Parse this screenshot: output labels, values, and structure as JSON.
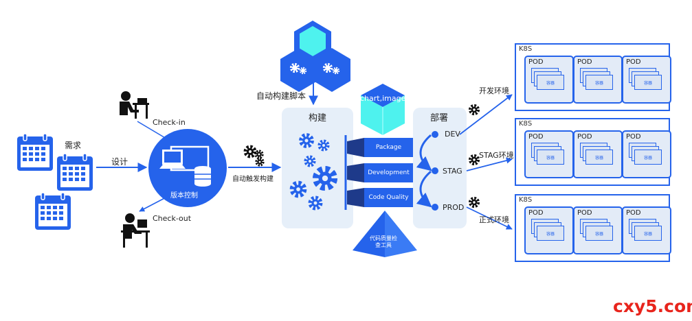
{
  "labels": {
    "demand": "需求",
    "design": "设计",
    "check_in": "Check-in",
    "check_out": "Check-out",
    "version_control": "版本控制",
    "auto_trigger_build": "自动触发构建",
    "auto_build_script": "自动构建脚本",
    "build": "构建",
    "deploy": "部署",
    "chart_image": "chart,image",
    "package": "Package",
    "development": "Development",
    "code_quality": "Code Quality",
    "code_quality_tool": "代码质量检查工具",
    "dev": "DEV",
    "stag": "STAG",
    "prod": "PROD",
    "dev_env": "开发环境",
    "stag_env": "STAG环境",
    "prod_env": "正式环境",
    "watermark": "cxy5.com"
  },
  "clusters": [
    {
      "title": "K8S",
      "pods": [
        {
          "title": "POD",
          "container": "容器"
        },
        {
          "title": "POD",
          "container": "容器"
        },
        {
          "title": "POD",
          "container": "容器"
        }
      ]
    },
    {
      "title": "K8S",
      "pods": [
        {
          "title": "POD",
          "container": "容器"
        },
        {
          "title": "POD",
          "container": "容器"
        },
        {
          "title": "POD",
          "container": "容器"
        }
      ]
    },
    {
      "title": "K8S",
      "pods": [
        {
          "title": "POD",
          "container": "容器"
        },
        {
          "title": "POD",
          "container": "容器"
        },
        {
          "title": "POD",
          "container": "容器"
        }
      ]
    }
  ],
  "colors": {
    "primary": "#2563eb",
    "panel": "#e6eff9",
    "cyan": "#4ef2ee",
    "watermark": "#e8241c"
  }
}
